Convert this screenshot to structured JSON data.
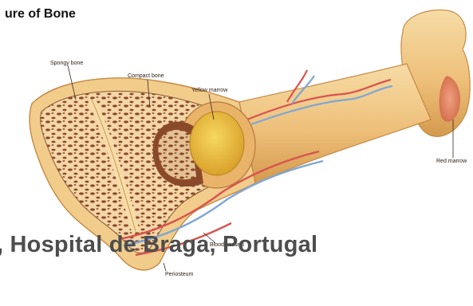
{
  "figure": {
    "title": "ure of Bone",
    "caption": ", Hospital de Braga, Portugal"
  },
  "labels": {
    "spongy_bone": "Spongy bone",
    "compact_bone": "Compact bone",
    "yellow_marrow": "Yellow marrow",
    "red_marrow": "Red marrow",
    "blood_vessels": "Blood vessels",
    "periosteum": "Periosteum"
  },
  "colors": {
    "bone_outer": "#f1cc8b",
    "bone_shadow": "#d9a55a",
    "spongy_fill": "#f4d6a8",
    "spongy_pores": "#8a4a2a",
    "yellow_marrow": "#f1c744",
    "red_marrow": "#e07a5a",
    "artery": "#d9534f",
    "vein": "#7fa6d6",
    "caption_text": "#4d4d4d"
  }
}
